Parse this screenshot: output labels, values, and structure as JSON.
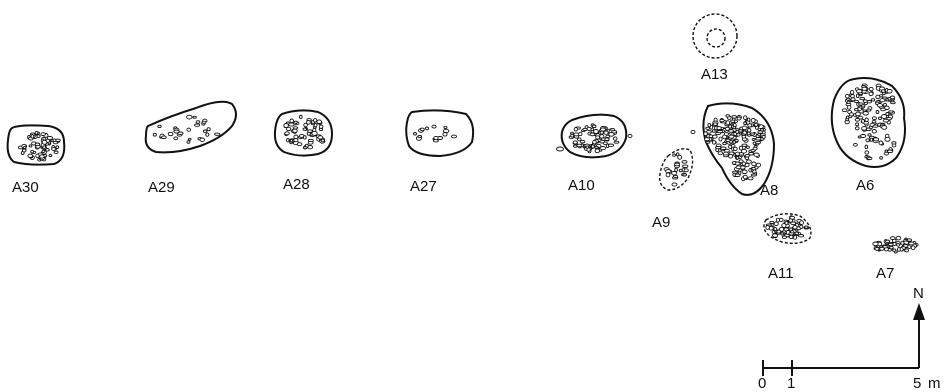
{
  "features": [
    {
      "id": "A30",
      "label": "A30",
      "outline": "solid"
    },
    {
      "id": "A29",
      "label": "A29",
      "outline": "solid"
    },
    {
      "id": "A28",
      "label": "A28",
      "outline": "solid"
    },
    {
      "id": "A27",
      "label": "A27",
      "outline": "solid"
    },
    {
      "id": "A10",
      "label": "A10",
      "outline": "solid"
    },
    {
      "id": "A13",
      "label": "A13",
      "outline": "dashed"
    },
    {
      "id": "A9",
      "label": "A9",
      "outline": "dashed"
    },
    {
      "id": "A8",
      "label": "A8",
      "outline": "solid"
    },
    {
      "id": "A6",
      "label": "A6",
      "outline": "solid"
    },
    {
      "id": "A11",
      "label": "A11",
      "outline": "dashed"
    },
    {
      "id": "A7",
      "label": "A7",
      "outline": "none"
    }
  ],
  "north_arrow": {
    "label": "N"
  },
  "scale_bar": {
    "ticks": [
      "0",
      "1",
      "5"
    ],
    "unit": "m"
  }
}
